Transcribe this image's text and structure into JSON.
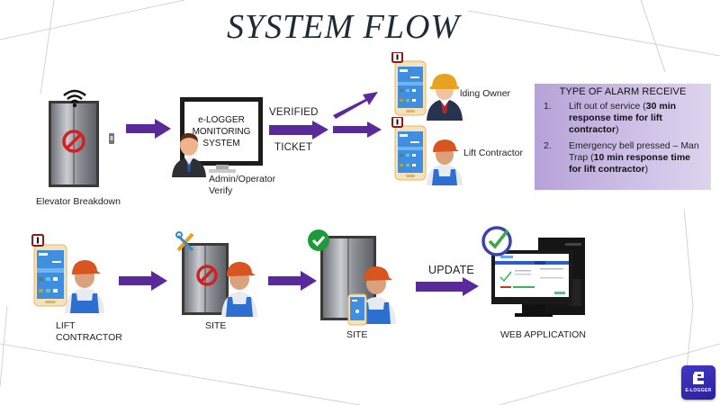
{
  "title": "SYSTEM FLOW",
  "top_row": {
    "elevator_label": "Elevator Breakdown",
    "monitor_text": [
      "e-LOGGER",
      "MONITORING",
      "SYSTEM"
    ],
    "admin_label": [
      "Admin/Operator",
      "Verify"
    ],
    "arrow_verified_label": "VERIFIED",
    "arrow_ticket_label": "TICKET",
    "recipients": [
      {
        "label": "lding Owner",
        "role": "building-owner"
      },
      {
        "label": "Lift Contractor",
        "role": "lift-contractor"
      }
    ]
  },
  "alarm_box": {
    "title": "TYPE OF ALARM RECEIVE",
    "items": [
      {
        "num": "1.",
        "text": "Lift out of service (",
        "bold": "30 min response time for lift contractor",
        "tail": ")"
      },
      {
        "num": "2.",
        "text": "Emergency bell pressed – Man Trap (",
        "bold": "10 min response time for lift contractor",
        "tail": ")"
      }
    ]
  },
  "bottom_row": {
    "steps": [
      {
        "label": [
          "LIFT",
          "CONTRACTOR"
        ]
      },
      {
        "label": [
          "SITE"
        ]
      },
      {
        "label": [
          "SITE"
        ]
      },
      {
        "label": [
          "WEB APPLICATION"
        ]
      }
    ],
    "update_label": "UPDATE"
  },
  "logo": {
    "text": "E-LOGGER"
  },
  "colors": {
    "arrow": "#5a2a9a",
    "alarm_box_start": "#b7a2d8",
    "alarm_box_end": "#ddd4ef",
    "logo": "#3a2fb8",
    "alert_red": "#8b1a1a",
    "check_green": "#1f9a3a",
    "hardhat_orange": "#d9541e",
    "hardhat_yellow": "#e8a21f"
  }
}
